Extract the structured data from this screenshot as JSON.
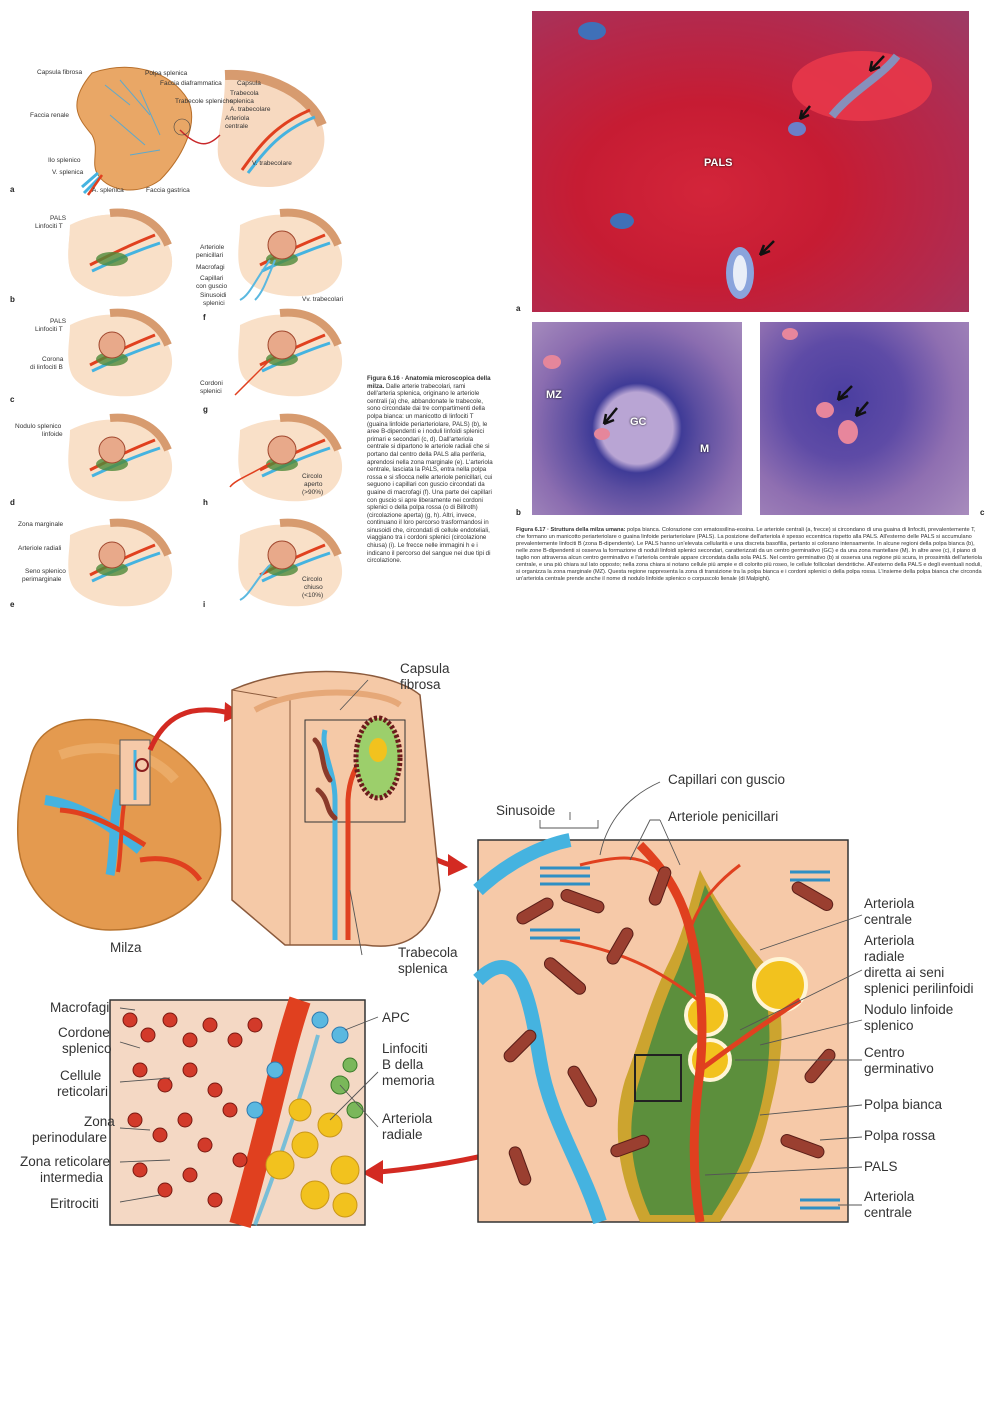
{
  "fig16": {
    "a": {
      "letter": "a",
      "labels": [
        "Capsula fibrosa",
        "Polpa splenica",
        "Faccia diaframmatica",
        "Trabecole spleniche",
        "Faccia renale",
        "Ilo splenico",
        "V. splenica",
        "A. splenica",
        "Faccia gastrica"
      ],
      "inset": [
        "Capsula",
        "Trabecola splenica",
        "A. trabecolare",
        "Arteriola centrale",
        "V. trabecolare"
      ]
    },
    "b": {
      "letter": "b",
      "labels": [
        "PALS",
        "Linfociti T"
      ]
    },
    "c": {
      "letter": "c",
      "labels": [
        "PALS",
        "Linfociti T",
        "Corona",
        "di linfociti B"
      ]
    },
    "d": {
      "letter": "d",
      "labels": [
        "Nodulo splenico",
        "linfoide"
      ]
    },
    "e": {
      "letter": "e",
      "labels": [
        "Zona marginale",
        "Arteriole radiali",
        "Seno splenico",
        "perimarginale"
      ]
    },
    "f": {
      "letter": "f",
      "labels": [
        "Arteriole",
        "penicillari",
        "Macrofagi",
        "Capillari",
        "con guscio",
        "Sinusoidi",
        "splenici",
        "Vv. trabecolari"
      ]
    },
    "g": {
      "letter": "g",
      "labels": [
        "Cordoni",
        "splenici"
      ]
    },
    "h": {
      "letter": "h",
      "labels": [
        "Circolo",
        "aperto",
        "(>90%)"
      ]
    },
    "i": {
      "letter": "i",
      "labels": [
        "Circolo",
        "chiuso",
        "(<10%)"
      ]
    },
    "caption_title": "Figura 6.16 · Anatomia microscopica della milza.",
    "caption_body": "Dalle arterie trabecolari, rami dell'arteria splenica, originano le arteriole centrali (a) che, abbandonate le trabecole, sono circondate dai tre compartimenti della polpa bianca: un manicotto di linfociti T (guaina linfoide periarteriolare, PALS) (b), le aree B-dipendenti e i noduli linfoidi splenici primari e secondari (c, d). Dall'arteriola centrale si dipartono le arteriole radiali che si portano dal centro della PALS alla periferia, aprendosi nella zona marginale (e). L'arteriola centrale, lasciata la PALS, entra nella polpa rossa e si sfiocca nelle arteriole penicillari, cui seguono i capillari con guscio circondati da guaine di macrofagi (f). Una parte dei capillari con guscio si apre liberamente nei cordoni splenici o della polpa rossa (o di Billroth) (circolazione aperta) (g, h). Altri, invece, continuano il loro percorso trasformandosi in sinusoidi che, circondati di cellule endoteliali, viaggiano tra i cordoni splenici (circolazione chiusa) (i). Le frecce nelle immagini h e i indicano il percorso del sangue nei due tipi di circolazione."
  },
  "fig17": {
    "a": {
      "letter": "a",
      "label": "PALS"
    },
    "b": {
      "letter": "b",
      "labels": [
        "MZ",
        "GC",
        "M"
      ]
    },
    "c": {
      "letter": "c"
    },
    "caption_title": "Figura 6.17 · Struttura della milza umana:",
    "caption_body": "polpa bianca. Colorazione con ematossilina-eosina. Le arteriole centrali (a, frecce) si circondano di una guaina di linfociti, prevalentemente T, che formano un manicotto periarteriolare o guaina linfoide periarteriolare (PALS). La posizione dell'arteriola è spesso eccentrica rispetto alla PALS. All'esterno delle PALS si accumulano prevalentemente linfociti B (zona B-dipendente). Le PALS hanno un'elevata cellularità e una discreta basofilia, pertanto si colorano intensamente. In alcune regioni della polpa bianca (b), nelle zone B-dipendenti si osserva la formazione di noduli linfoidi splenici secondari, caratterizzati da un centro germinativo (GC) e da una zona mantellare (M). In altre aree (c), il piano di taglio non attraversa alcun centro germinativo e l'arteriola centrale appare circondata dalla sola PALS. Nel centro germinativo (b) si osserva una regione più scura, in prossimità dell'arteriola centrale, e una più chiara sul lato opposto; nella zona chiara si notano cellule più ampie e di colorito più roseo, le cellule follicolari dendritiche. All'esterno della PALS e degli eventuali noduli, si organizza la zona marginale (MZ). Questa regione rappresenta la zona di transizione tra la polpa bianca e i cordoni splenici o della polpa rossa. L'insieme della polpa bianca che circonda un'arteriola centrale prende anche il nome di nodulo linfoide splenico o corpuscolo lienale (di Malpighi)."
  },
  "bottom": {
    "milza": "Milza",
    "capsula": [
      "Capsula",
      "fibrosa"
    ],
    "trabecola": [
      "Trabecola",
      "splenica"
    ],
    "sinusoide": "Sinusoide",
    "capillari_guscio": "Capillari con guscio",
    "arteriole_penicillari": "Arteriole penicillari",
    "right": [
      [
        "Arteriola",
        "centrale"
      ],
      [
        "Arteriola",
        "radiale",
        "diretta ai seni",
        "splenici perilinfoidi"
      ],
      [
        "Nodulo linfoide",
        "splenico"
      ],
      [
        "Centro",
        "germinativo"
      ],
      [
        "Polpa bianca"
      ],
      [
        "Polpa rossa"
      ],
      [
        "PALS"
      ],
      [
        "Arteriola",
        "centrale"
      ]
    ],
    "left": [
      [
        "Macrofagi"
      ],
      [
        "Cordone",
        "splenico"
      ],
      [
        "Cellule",
        "reticolari"
      ],
      [
        "Zona",
        "perinodulare"
      ],
      [
        "Zona reticolare",
        "intermedia"
      ],
      [
        "Eritrociti"
      ]
    ],
    "mid": [
      [
        "APC"
      ],
      [
        "Linfociti",
        "B della",
        "memoria"
      ],
      [
        "Arteriola",
        "radiale"
      ]
    ]
  },
  "colors": {
    "artery": "#e0401f",
    "vein": "#45b3e0",
    "pulp": "#f6c9a8",
    "spleen": "#e49a4f",
    "white_pulp": "#4d8a3a",
    "germinal": "#f2c21e",
    "hist_red": "#c8283c",
    "hist_purple": "#6a4d9a"
  }
}
